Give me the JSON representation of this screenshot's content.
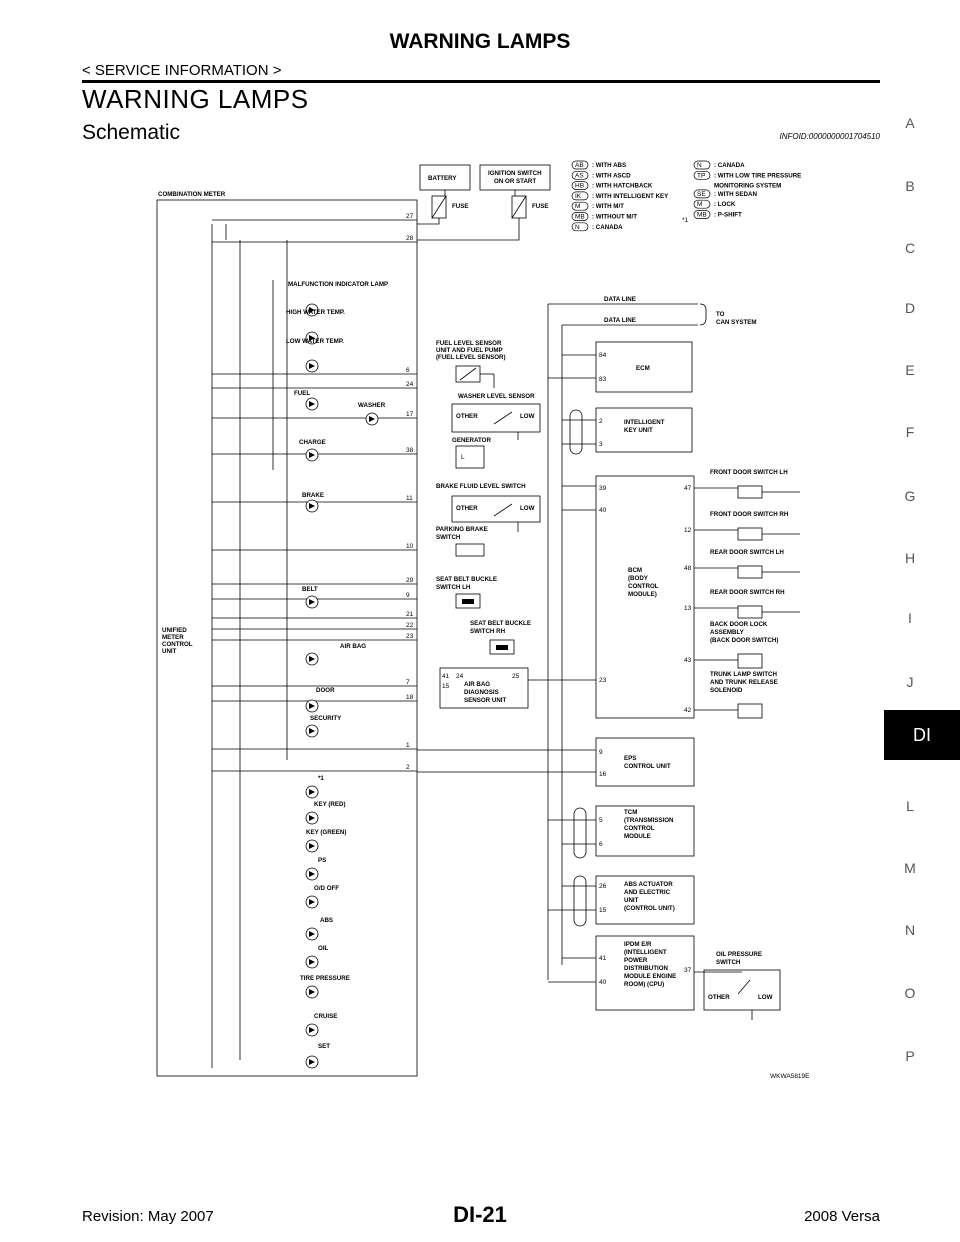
{
  "header": {
    "title": "WARNING LAMPS",
    "subtitle": "< SERVICE INFORMATION >"
  },
  "section": {
    "title": "WARNING LAMPS",
    "subtitle": "Schematic",
    "info_id": "INFOID:0000000001704510"
  },
  "side_index": [
    "A",
    "B",
    "C",
    "D",
    "E",
    "F",
    "G",
    "H",
    "I",
    "J",
    "DI",
    "L",
    "M",
    "N",
    "O",
    "P"
  ],
  "footer": {
    "left": "Revision: May 2007",
    "center": "DI-21",
    "right": "2008 Versa"
  },
  "schematic": {
    "figure_id": "WKWA5819E",
    "combination_meter": "COMBINATION METER",
    "unified_meter": [
      "UNIFIED",
      "METER",
      "CONTROL",
      "UNIT"
    ],
    "battery": "BATTERY",
    "ignition": [
      "IGNITION SWITCH",
      "ON OR START"
    ],
    "fuse": "FUSE",
    "legend_left": [
      {
        "code": "AB",
        "text": ": WITH ABS"
      },
      {
        "code": "AS",
        "text": ": WITH ASCD"
      },
      {
        "code": "HB",
        "text": ": WITH HATCHBACK"
      },
      {
        "code": "IK",
        "text": ": WITH INTELLIGENT KEY"
      },
      {
        "code": "M",
        "text": ": WITH M/T"
      },
      {
        "code": "MB",
        "text": ": WITHOUT M/T"
      },
      {
        "code": "N",
        "text": ": CANADA"
      }
    ],
    "legend_right": [
      {
        "code": "N",
        "text": ": CANADA"
      },
      {
        "code": "TP",
        "text": ": WITH LOW TIRE PRESSURE"
      },
      {
        "code": "",
        "text": "MONITORING SYSTEM"
      },
      {
        "code": "SE",
        "text": ": WITH SEDAN"
      },
      {
        "code": "M",
        "text": ": LOCK"
      },
      {
        "code": "MB",
        "text": ": P-SHIFT"
      }
    ],
    "star_note": "*1",
    "lamps": [
      "MALFUNCTION INDICATOR LAMP",
      "HIGH WATER TEMP.",
      "LOW WATER TEMP.",
      "FUEL",
      "WASHER",
      "CHARGE",
      "BRAKE",
      "BELT",
      "AIR BAG",
      "DOOR",
      "SECURITY",
      "*1",
      "KEY (RED)",
      "KEY (GREEN)",
      "PS",
      "O/D OFF",
      "ABS",
      "OIL",
      "TIRE PRESSURE",
      "CRUISE",
      "SET"
    ],
    "pins_meter": [
      "27",
      "28",
      "6",
      "24",
      "17",
      "38",
      "11",
      "10",
      "29",
      "9",
      "21",
      "22",
      "23",
      "7",
      "18",
      "1",
      "2"
    ],
    "data_line": "DATA LINE",
    "to_can": [
      "TO",
      "CAN SYSTEM"
    ],
    "ecm": "ECM",
    "ecm_pins": [
      "84",
      "83"
    ],
    "fuel_sensor": [
      "FUEL LEVEL SENSOR",
      "UNIT AND FUEL PUMP",
      "(FUEL LEVEL SENSOR)"
    ],
    "washer_sensor": "WASHER LEVEL SENSOR",
    "other": "OTHER",
    "low": "LOW",
    "generator": "GENERATOR",
    "gen_l": "L",
    "brake_fluid": "BRAKE FLUID LEVEL SWITCH",
    "parking_brake": [
      "PARKING BRAKE",
      "SWITCH"
    ],
    "seat_lh": [
      "SEAT BELT BUCKLE",
      "SWITCH LH"
    ],
    "seat_rh": [
      "SEAT BELT BUCKLE",
      "SWITCH RH"
    ],
    "airbag_unit": [
      "AIR BAG",
      "DIAGNOSIS",
      "SENSOR UNIT"
    ],
    "airbag_pins": [
      "41",
      "24",
      "25",
      "15"
    ],
    "ik_unit": [
      "INTELLIGENT",
      "KEY UNIT"
    ],
    "ik_pins": [
      "2",
      "3"
    ],
    "bcm": [
      "BCM",
      "(BODY",
      "CONTROL",
      "MODULE)"
    ],
    "bcm_pins_l": [
      "39",
      "40",
      "23"
    ],
    "bcm_pins_r": [
      "47",
      "12",
      "48",
      "13",
      "43",
      "42"
    ],
    "door_switches": [
      "FRONT DOOR SWITCH LH",
      "FRONT DOOR SWITCH RH",
      "REAR DOOR SWITCH LH",
      "REAR DOOR SWITCH RH"
    ],
    "back_door": [
      "BACK DOOR LOCK",
      "ASSEMBLY",
      "(BACK DOOR SWITCH)"
    ],
    "trunk": [
      "TRUNK LAMP SWITCH",
      "AND TRUNK RELEASE",
      "SOLENOID"
    ],
    "eps": [
      "EPS",
      "CONTROL UNIT"
    ],
    "eps_pins": [
      "9",
      "16"
    ],
    "tcm": [
      "TCM",
      "(TRANSMISSION",
      "CONTROL",
      "MODULE"
    ],
    "tcm_pins": [
      "5",
      "6"
    ],
    "abs": [
      "ABS ACTUATOR",
      "AND ELECTRIC",
      "UNIT",
      "(CONTROL UNIT)"
    ],
    "abs_pins": [
      "26",
      "15"
    ],
    "ipdm": [
      "IPDM E/R",
      "(INTELLIGENT",
      "POWER",
      "DISTRIBUTION",
      "MODULE ENGINE",
      "ROOM) (CPU)"
    ],
    "ipdm_pins": [
      "41",
      "40",
      "37"
    ],
    "oil_switch": [
      "OIL PRESSURE",
      "SWITCH"
    ]
  }
}
